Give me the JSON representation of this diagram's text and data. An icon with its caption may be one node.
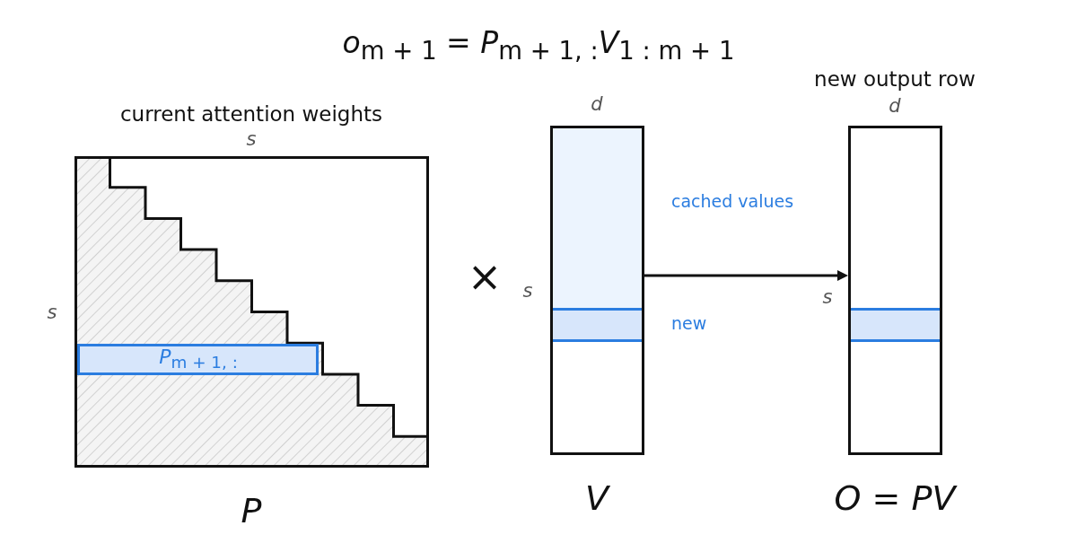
{
  "diagram": {
    "title": "*o*$_{m + 1}$ = *P*$_{m + 1, :}$*V*$_{1 : m + 1}$",
    "nodes": [
      {
        "text": [
          "current attention weights"
        ],
        "beside": [
          "P"
        ]
      },
      {
        "text": [
          "*P*$_{m + 1, :}$"
        ],
        "in": 0
      },
      {
        "text": [],
        "shape": "box",
        "beside": [
          "V"
        ]
      },
      {
        "text": [],
        "shape": "box",
        "in": 2,
        "beside": [
          "cached values"
        ]
      },
      {
        "text": [],
        "shape": "bar",
        "in": 2,
        "beside": [
          "new"
        ]
      },
      {
        "text": [
          "new output row"
        ],
        "beside": [
          "O = PV"
        ]
      },
      {
        "text": [],
        "shape": "bar",
        "in": 5
      }
    ],
    "edges": [
      {
        "from": 2,
        "to": 5,
        "arrow": "to"
      }
    ],
    "labels": [
      "s",
      "s",
      "×",
      "d",
      "s",
      "d",
      "s"
    ]
  }
}
